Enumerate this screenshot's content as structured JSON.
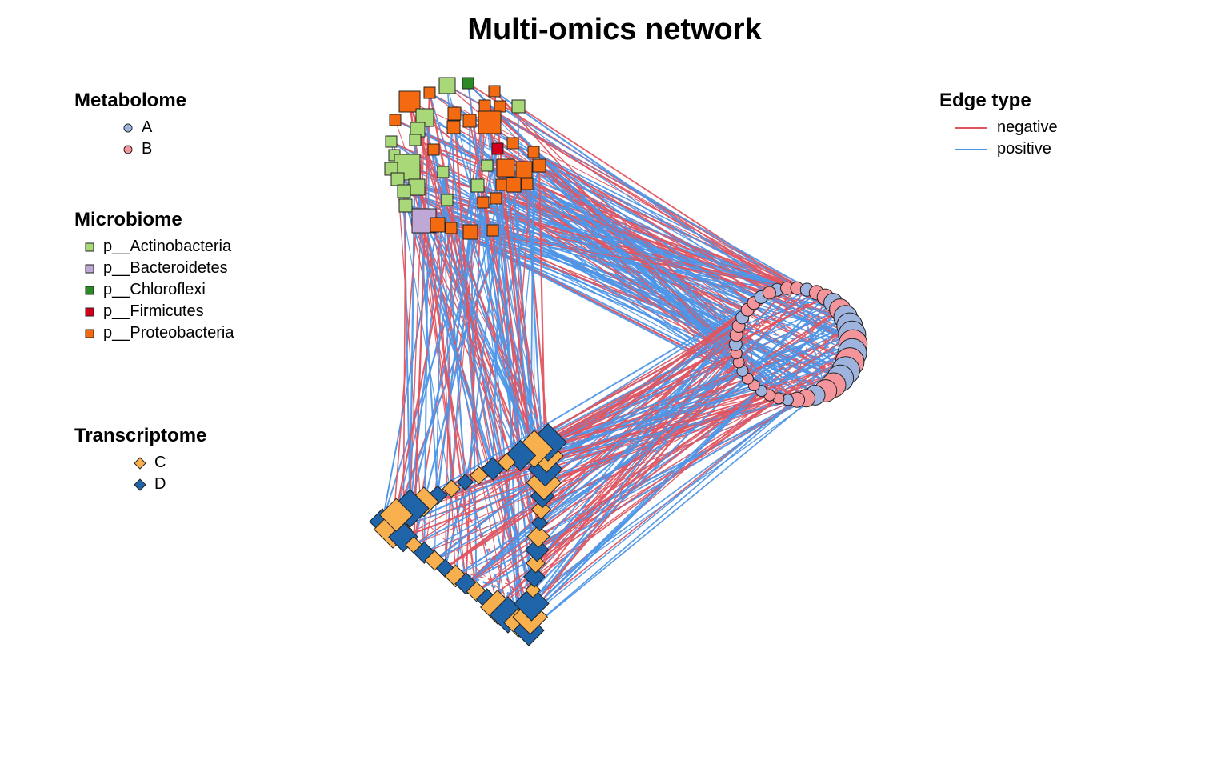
{
  "title": "Multi-omics network",
  "colors": {
    "negative": "#e05561",
    "positive": "#4e96e8",
    "A": "#9fb3df",
    "B": "#f4959c",
    "p__Actinobacteria": "#a8d878",
    "p__Bacteroidetes": "#c0a8d6",
    "p__Chloroflexi": "#2b8a25",
    "p__Firmicutes": "#d4001b",
    "p__Proteobacteria": "#f46a10",
    "C": "#f8b04f",
    "D": "#1f63a8"
  },
  "legends": {
    "metabolome": {
      "title": "Metabolome",
      "shape": "circle",
      "items": [
        {
          "label": "A",
          "color_key": "A"
        },
        {
          "label": "B",
          "color_key": "B"
        }
      ]
    },
    "microbiome": {
      "title": "Microbiome",
      "shape": "square",
      "items": [
        {
          "label": "p__Actinobacteria",
          "color_key": "p__Actinobacteria"
        },
        {
          "label": "p__Bacteroidetes",
          "color_key": "p__Bacteroidetes"
        },
        {
          "label": "p__Chloroflexi",
          "color_key": "p__Chloroflexi"
        },
        {
          "label": "p__Firmicutes",
          "color_key": "p__Firmicutes"
        },
        {
          "label": "p__Proteobacteria",
          "color_key": "p__Proteobacteria"
        }
      ]
    },
    "transcriptome": {
      "title": "Transcriptome",
      "shape": "diamond",
      "items": [
        {
          "label": "C",
          "color_key": "C"
        },
        {
          "label": "D",
          "color_key": "D"
        }
      ]
    },
    "edge_type": {
      "title": "Edge type",
      "shape": "line",
      "items": [
        {
          "label": "negative",
          "color_key": "negative"
        },
        {
          "label": "positive",
          "color_key": "positive"
        }
      ]
    }
  }
}
